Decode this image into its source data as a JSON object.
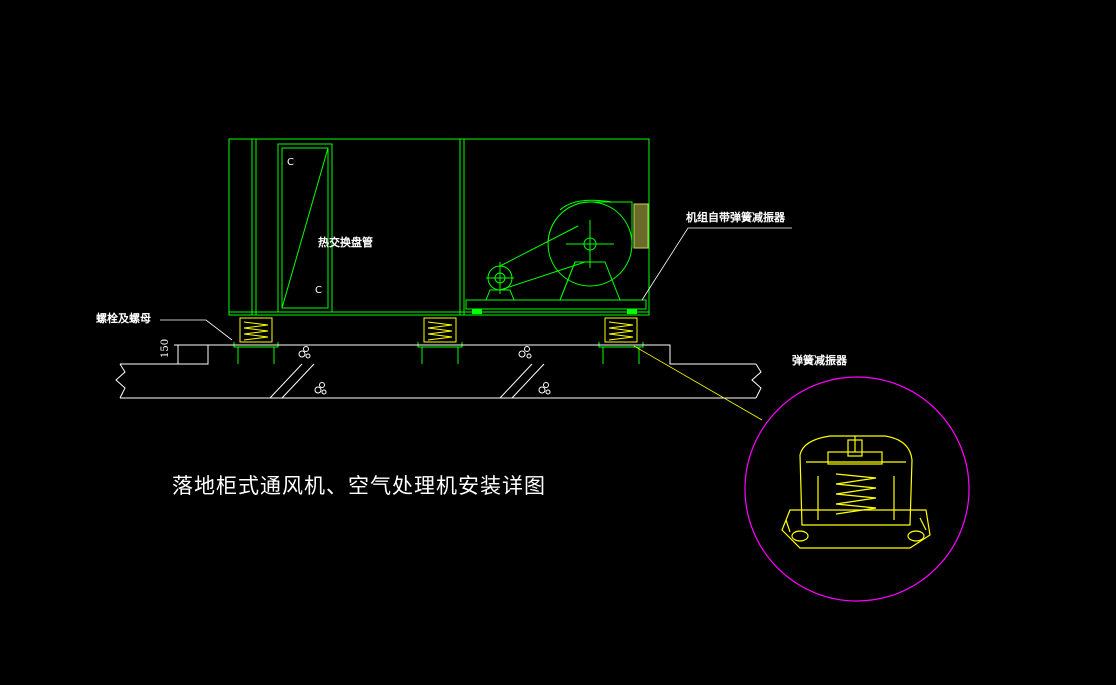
{
  "drawing": {
    "title": "落地柜式通风机、空气处理机安装详图",
    "labels": {
      "coil": "热交换盘管",
      "unit_vibration_isolator": "机组自带弹簧减振器",
      "bolt_nut": "螺栓及螺母",
      "spring_isolator": "弹簧减振器",
      "dimension_150": "150",
      "coil_mark_top": "C",
      "coil_mark_bottom": "C"
    },
    "colors": {
      "background": "#000000",
      "unit_outline": "#00ff00",
      "isolator": "#ffff00",
      "detail_circle": "#ff00ff",
      "text": "#ffffff",
      "leader": "#ffff00"
    }
  }
}
